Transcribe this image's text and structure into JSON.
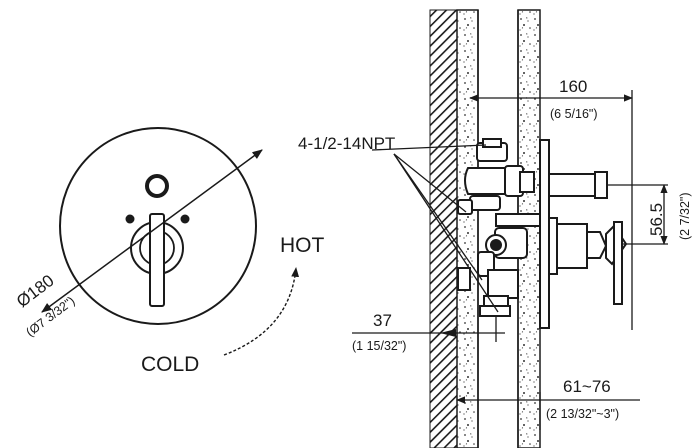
{
  "labels": {
    "diameter": "Ø180",
    "diameter_imperial": "(Ø7 3/32\")",
    "hot": "HOT",
    "cold": "COLD",
    "thread": "4-1/2-14NPT",
    "dim_160": "160",
    "dim_160_imperial": "(6 5/16\")",
    "dim_56_5": "56.5",
    "dim_56_5_imperial": "(2 7/32\")",
    "dim_37": "37",
    "dim_37_imperial": "(1 15/32\")",
    "dim_61_76": "61~76",
    "dim_61_76_imperial": "(2 13/32\"~3\")"
  }
}
